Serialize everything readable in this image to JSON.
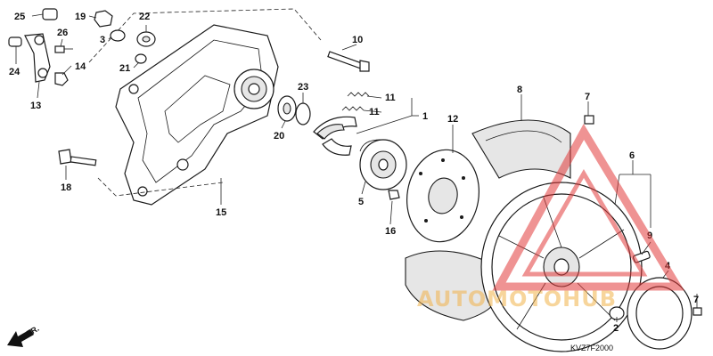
{
  "diagram": {
    "code": "KVZ7F2000",
    "direction_label": "FR.",
    "watermark": {
      "text": "AUTOMOTOHUB",
      "color": "#f2b34a",
      "accent": "#e23b3b"
    }
  },
  "callouts": [
    {
      "id": "c25",
      "label": "25"
    },
    {
      "id": "c19",
      "label": "19"
    },
    {
      "id": "c22",
      "label": "22"
    },
    {
      "id": "c3",
      "label": "3"
    },
    {
      "id": "c26",
      "label": "26"
    },
    {
      "id": "c24",
      "label": "24"
    },
    {
      "id": "c14",
      "label": "14"
    },
    {
      "id": "c21",
      "label": "21"
    },
    {
      "id": "c13",
      "label": "13"
    },
    {
      "id": "c10",
      "label": "10"
    },
    {
      "id": "c23",
      "label": "23"
    },
    {
      "id": "c20",
      "label": "20"
    },
    {
      "id": "c11a",
      "label": "11"
    },
    {
      "id": "c11b",
      "label": "11"
    },
    {
      "id": "c1",
      "label": "1"
    },
    {
      "id": "c12",
      "label": "12"
    },
    {
      "id": "c8",
      "label": "8"
    },
    {
      "id": "c7a",
      "label": "7"
    },
    {
      "id": "c18",
      "label": "18"
    },
    {
      "id": "c15",
      "label": "15"
    },
    {
      "id": "c5",
      "label": "5"
    },
    {
      "id": "c16",
      "label": "16"
    },
    {
      "id": "c6",
      "label": "6"
    },
    {
      "id": "c9",
      "label": "9"
    },
    {
      "id": "c4",
      "label": "4"
    },
    {
      "id": "c2",
      "label": "2"
    },
    {
      "id": "c7b",
      "label": "7"
    }
  ]
}
